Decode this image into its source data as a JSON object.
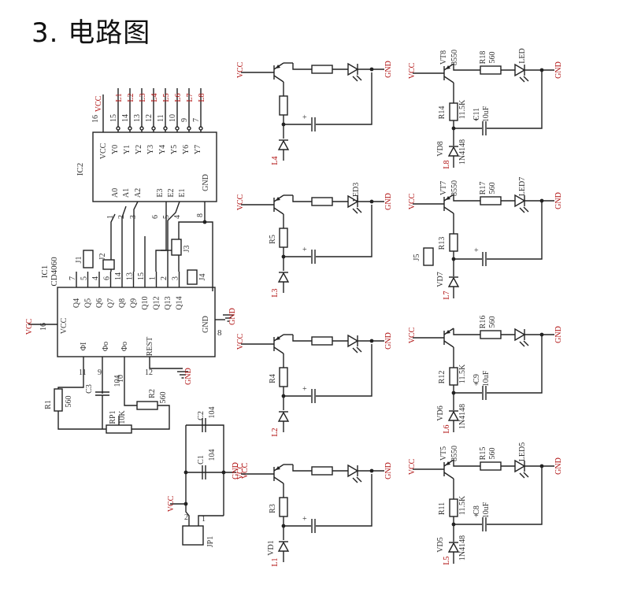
{
  "title": "3. 电路图",
  "power": {
    "vcc": "VCC",
    "gnd": "GND"
  },
  "ic2": {
    "name": "IC2",
    "vcc_pin": "16",
    "vcc_label": "VCC",
    "inner_vcc": "VCC",
    "inner_gnd": "GND",
    "outputs": [
      {
        "label": "L1",
        "pin": "15",
        "name": "Y0"
      },
      {
        "label": "L2",
        "pin": "14",
        "name": "Y1"
      },
      {
        "label": "L3",
        "pin": "13",
        "name": "Y2"
      },
      {
        "label": "L4",
        "pin": "12",
        "name": "Y3"
      },
      {
        "label": "L5",
        "pin": "11",
        "name": "Y4"
      },
      {
        "label": "L6",
        "pin": "10",
        "name": "Y5"
      },
      {
        "label": "L7",
        "pin": "9",
        "name": "Y6"
      },
      {
        "label": "L8",
        "pin": "7",
        "name": "Y7"
      }
    ],
    "inputs": [
      {
        "name": "A0",
        "pin": "1"
      },
      {
        "name": "A1",
        "pin": "2"
      },
      {
        "name": "A2",
        "pin": "3"
      },
      {
        "name": "E3",
        "pin": "6"
      },
      {
        "name": "E2",
        "pin": "5"
      },
      {
        "name": "E1",
        "pin": "4"
      }
    ],
    "gnd_pin": "8"
  },
  "ic1": {
    "name": "IC1",
    "part": "CD4060",
    "outputs": [
      {
        "name": "Q4",
        "pin": "7"
      },
      {
        "name": "Q5",
        "pin": "5"
      },
      {
        "name": "Q6",
        "pin": "4"
      },
      {
        "name": "Q7",
        "pin": "6"
      },
      {
        "name": "Q8",
        "pin": "14"
      },
      {
        "name": "Q9",
        "pin": "13"
      },
      {
        "name": "Q10",
        "pin": "15"
      },
      {
        "name": "Q12",
        "pin": "1"
      },
      {
        "name": "Q13",
        "pin": "2"
      },
      {
        "name": "Q14",
        "pin": "3"
      }
    ],
    "vcc_pin": "16",
    "vcc": "VCC",
    "gnd": "GND",
    "gnd_pin": "8",
    "bottom": [
      {
        "name": "ΦI",
        "pin": "11"
      },
      {
        "name": "Φo",
        "pin": "9"
      },
      {
        "name": "Φo",
        "pin": "10"
      },
      {
        "name": "REST",
        "pin": "12"
      }
    ]
  },
  "jumpers": {
    "j1": "J1",
    "j2": "J2",
    "j3": "J3",
    "j4": "J4",
    "j5": "J5",
    "jp1": "JP1"
  },
  "osc": {
    "r1": "R1",
    "r1_val": "560",
    "r2": "R2",
    "r2_val": "560",
    "c3": "C3",
    "c3_val": "104",
    "rp1": "RP1",
    "rp1_val": "10K"
  },
  "supply": {
    "c1": "C1",
    "c1_val": "104",
    "c2": "C2",
    "c2_val": "104",
    "pin1": "1",
    "pin2": "2"
  },
  "left_channels": [
    {
      "led": "",
      "r": "R3",
      "d": "VD1",
      "l": "L1"
    },
    {
      "led": "",
      "r": "R4",
      "d": "",
      "l": "L2"
    },
    {
      "led": "LED3",
      "r": "R5",
      "d": "",
      "l": "L3"
    },
    {
      "led": "",
      "r": "",
      "d": "",
      "l": "L4"
    }
  ],
  "right_channels": [
    {
      "t": "VT5",
      "t_val": "8550",
      "rb": "R15",
      "rb_val": "560",
      "led": "LED5",
      "r": "R11",
      "r_val": "11.5K",
      "c": "C8",
      "c_val": "10uF",
      "d": "VD5",
      "d_val": "1N4148",
      "l": "L5",
      "j": ""
    },
    {
      "t": "",
      "t_val": "",
      "rb": "R16",
      "rb_val": "560",
      "led": "",
      "r": "R12",
      "r_val": "11.5K",
      "c": "C9",
      "c_val": "10uF",
      "d": "VD6",
      "d_val": "1N4148",
      "l": "L6",
      "j": ""
    },
    {
      "t": "VT7",
      "t_val": "8550",
      "rb": "R17",
      "rb_val": "560",
      "led": "LED7",
      "r": "R13",
      "r_val": "",
      "c": "",
      "c_val": "",
      "d": "VD7",
      "d_val": "",
      "l": "L7",
      "j": "J5"
    },
    {
      "t": "VT8",
      "t_val": "8550",
      "rb": "R18",
      "rb_val": "560",
      "led": "LED",
      "r": "R14",
      "r_val": "11.5K",
      "c": "C11",
      "c_val": "10uF",
      "d": "VD8",
      "d_val": "1N4148",
      "l": "L8",
      "j": ""
    }
  ],
  "plus_sign": "+"
}
